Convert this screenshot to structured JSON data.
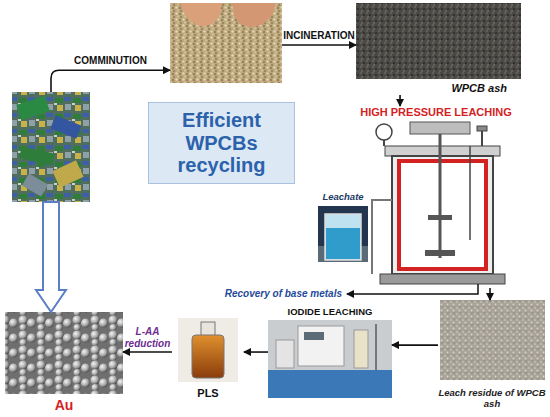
{
  "diagram": {
    "nodes": [
      {
        "text": []
      },
      {
        "text": []
      },
      {
        "text": [
          "WPCB ash"
        ]
      },
      {
        "text": [
          "Efficient WPCBs recycling"
        ]
      },
      {
        "text": [
          "HIGH PRESSURE LEACHING"
        ]
      },
      {
        "text": [
          "Leachate"
        ]
      },
      {
        "text": [
          "Leach residue of WPCB ash"
        ]
      },
      {
        "text": [
          "IODIDE LEACHING"
        ]
      },
      {
        "text": [
          "PLS"
        ]
      },
      {
        "text": [
          "Au"
        ]
      }
    ],
    "edges": [
      {
        "from": 0,
        "to": 1,
        "label": "COMMINUTION",
        "arrow": "to"
      },
      {
        "from": 1,
        "to": 2,
        "label": "INCINERATION",
        "arrow": "to"
      },
      {
        "from": 2,
        "to": 4,
        "arrow": "to"
      },
      {
        "from": 4,
        "to": 6,
        "arrow": "to"
      },
      {
        "from": 6,
        "to": 7,
        "arrow": "to"
      },
      {
        "from": 7,
        "to": 8,
        "arrow": "to"
      },
      {
        "from": 8,
        "to": 9,
        "label": "L-AA reduction",
        "arrow": "to"
      },
      {
        "from": 0,
        "to": 9,
        "arrow": "to"
      }
    ],
    "labels": [
      "Recovery of base metals"
    ]
  }
}
